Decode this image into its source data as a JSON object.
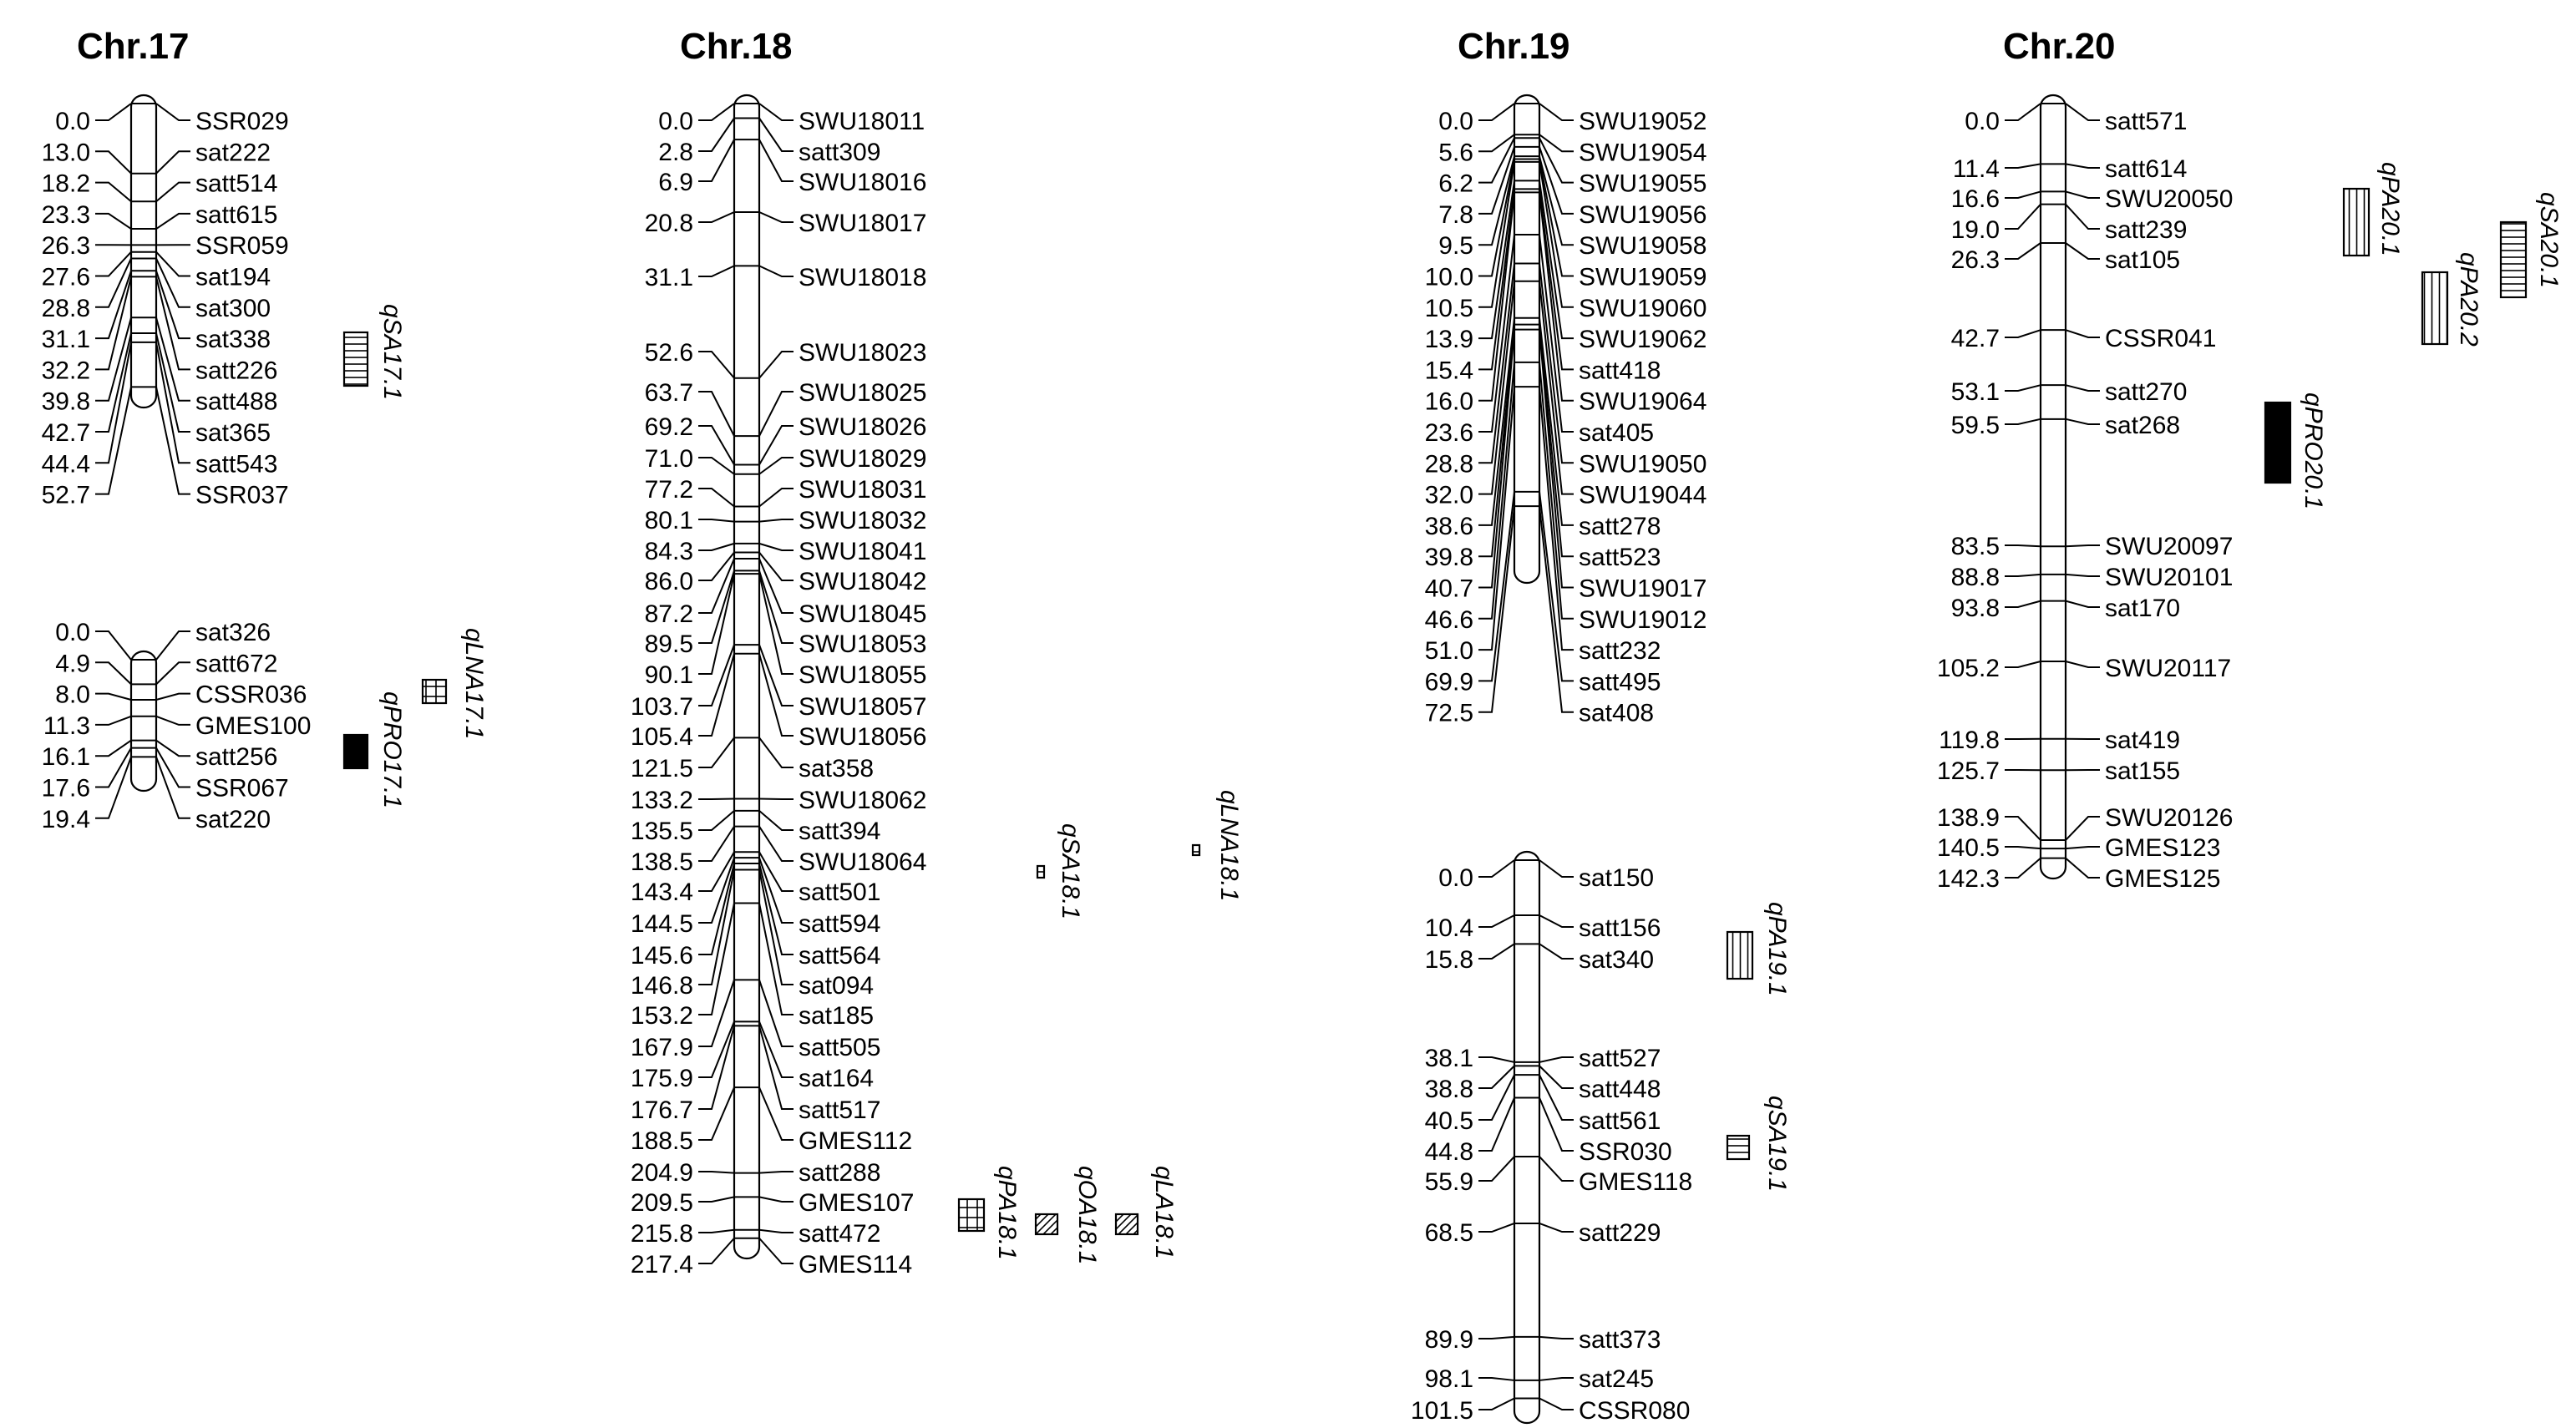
{
  "chromosomes": [
    {
      "title": "Chr.17",
      "groups": [
        {
          "markers": [
            {
              "pos": "0.0",
              "name": "SSR029"
            },
            {
              "pos": "13.0",
              "name": "sat222"
            },
            {
              "pos": "18.2",
              "name": "satt514"
            },
            {
              "pos": "23.3",
              "name": "satt615"
            },
            {
              "pos": "26.3",
              "name": "SSR059"
            },
            {
              "pos": "27.6",
              "name": "sat194"
            },
            {
              "pos": "28.8",
              "name": "sat300"
            },
            {
              "pos": "31.1",
              "name": "sat338"
            },
            {
              "pos": "32.2",
              "name": "satt226"
            },
            {
              "pos": "39.8",
              "name": "satt488"
            },
            {
              "pos": "42.7",
              "name": "sat365"
            },
            {
              "pos": "44.4",
              "name": "satt543"
            },
            {
              "pos": "52.7",
              "name": "SSR037"
            }
          ]
        },
        {
          "markers": [
            {
              "pos": "0.0",
              "name": "sat326"
            },
            {
              "pos": "4.9",
              "name": "satt672"
            },
            {
              "pos": "8.0",
              "name": "CSSR036"
            },
            {
              "pos": "11.3",
              "name": "GMES100"
            },
            {
              "pos": "16.1",
              "name": "satt256"
            },
            {
              "pos": "17.6",
              "name": "SSR067"
            },
            {
              "pos": "19.4",
              "name": "sat220"
            }
          ]
        }
      ],
      "qtls": [
        {
          "name": "qSA17.1",
          "pattern": "hstripe"
        },
        {
          "name": "qLNA17.1",
          "pattern": "grid"
        },
        {
          "name": "qPRO17.1",
          "pattern": "solid"
        }
      ]
    },
    {
      "title": "Chr.18",
      "groups": [
        {
          "markers": [
            {
              "pos": "0.0",
              "name": "SWU18011"
            },
            {
              "pos": "2.8",
              "name": "satt309"
            },
            {
              "pos": "6.9",
              "name": "SWU18016"
            },
            {
              "pos": "20.8",
              "name": "SWU18017"
            },
            {
              "pos": "31.1",
              "name": "SWU18018"
            },
            {
              "pos": "52.6",
              "name": "SWU18023"
            },
            {
              "pos": "63.7",
              "name": "SWU18025"
            },
            {
              "pos": "69.2",
              "name": "SWU18026"
            },
            {
              "pos": "71.0",
              "name": "SWU18029"
            },
            {
              "pos": "77.2",
              "name": "SWU18031"
            },
            {
              "pos": "80.1",
              "name": "SWU18032"
            },
            {
              "pos": "84.3",
              "name": "SWU18041"
            },
            {
              "pos": "86.0",
              "name": "SWU18042"
            },
            {
              "pos": "87.2",
              "name": "SWU18045"
            },
            {
              "pos": "89.5",
              "name": "SWU18053"
            },
            {
              "pos": "90.1",
              "name": "SWU18055"
            },
            {
              "pos": "103.7",
              "name": "SWU18057"
            },
            {
              "pos": "105.4",
              "name": "SWU18056"
            },
            {
              "pos": "121.5",
              "name": "sat358"
            },
            {
              "pos": "133.2",
              "name": "SWU18062"
            },
            {
              "pos": "135.5",
              "name": "satt394"
            },
            {
              "pos": "138.5",
              "name": "SWU18064"
            },
            {
              "pos": "143.4",
              "name": "satt501"
            },
            {
              "pos": "144.5",
              "name": "satt594"
            },
            {
              "pos": "145.6",
              "name": "satt564"
            },
            {
              "pos": "146.8",
              "name": "sat094"
            },
            {
              "pos": "153.2",
              "name": "sat185"
            },
            {
              "pos": "167.9",
              "name": "satt505"
            },
            {
              "pos": "175.9",
              "name": "sat164"
            },
            {
              "pos": "176.7",
              "name": "satt517"
            },
            {
              "pos": "188.5",
              "name": "GMES112"
            },
            {
              "pos": "204.9",
              "name": "satt288"
            },
            {
              "pos": "209.5",
              "name": "GMES107"
            },
            {
              "pos": "215.8",
              "name": "satt472"
            },
            {
              "pos": "217.4",
              "name": "GMES114"
            }
          ]
        }
      ],
      "qtls": [
        {
          "name": "qSA18.1",
          "pattern": "hstripe"
        },
        {
          "name": "qLNA18.1",
          "pattern": "hstripe"
        },
        {
          "name": "qPA18.1",
          "pattern": "grid"
        },
        {
          "name": "qOA18.1",
          "pattern": "diag"
        },
        {
          "name": "qLA18.1",
          "pattern": "diag"
        }
      ]
    },
    {
      "title": "Chr.19",
      "groups": [
        {
          "markers": [
            {
              "pos": "0.0",
              "name": "SWU19052"
            },
            {
              "pos": "5.6",
              "name": "SWU19054"
            },
            {
              "pos": "6.2",
              "name": "SWU19055"
            },
            {
              "pos": "7.8",
              "name": "SWU19056"
            },
            {
              "pos": "9.5",
              "name": "SWU19058"
            },
            {
              "pos": "10.0",
              "name": "SWU19059"
            },
            {
              "pos": "10.5",
              "name": "SWU19060"
            },
            {
              "pos": "13.9",
              "name": "SWU19062"
            },
            {
              "pos": "15.4",
              "name": "satt418"
            },
            {
              "pos": "16.0",
              "name": "SWU19064"
            },
            {
              "pos": "23.6",
              "name": "sat405"
            },
            {
              "pos": "28.8",
              "name": "SWU19050"
            },
            {
              "pos": "32.0",
              "name": "SWU19044"
            },
            {
              "pos": "38.6",
              "name": "satt278"
            },
            {
              "pos": "39.8",
              "name": "satt523"
            },
            {
              "pos": "40.7",
              "name": "SWU19017"
            },
            {
              "pos": "46.6",
              "name": "SWU19012"
            },
            {
              "pos": "51.0",
              "name": "satt232"
            },
            {
              "pos": "69.9",
              "name": "satt495"
            },
            {
              "pos": "72.5",
              "name": "sat408"
            }
          ]
        },
        {
          "markers": [
            {
              "pos": "0.0",
              "name": "sat150"
            },
            {
              "pos": "10.4",
              "name": "satt156"
            },
            {
              "pos": "15.8",
              "name": "sat340"
            },
            {
              "pos": "38.1",
              "name": "satt527"
            },
            {
              "pos": "38.8",
              "name": "satt448"
            },
            {
              "pos": "40.5",
              "name": "satt561"
            },
            {
              "pos": "44.8",
              "name": "SSR030"
            },
            {
              "pos": "55.9",
              "name": "GMES118"
            },
            {
              "pos": "68.5",
              "name": "satt229"
            },
            {
              "pos": "89.9",
              "name": "satt373"
            },
            {
              "pos": "98.1",
              "name": "sat245"
            },
            {
              "pos": "101.5",
              "name": "CSSR080"
            }
          ]
        }
      ],
      "qtls": [
        {
          "name": "qPA19.1",
          "pattern": "vstripe"
        },
        {
          "name": "qSA19.1",
          "pattern": "hstripe"
        }
      ]
    },
    {
      "title": "Chr.20",
      "groups": [
        {
          "markers": [
            {
              "pos": "0.0",
              "name": "satt571"
            },
            {
              "pos": "11.4",
              "name": "satt614"
            },
            {
              "pos": "16.6",
              "name": "SWU20050"
            },
            {
              "pos": "19.0",
              "name": "satt239"
            },
            {
              "pos": "26.3",
              "name": "sat105"
            },
            {
              "pos": "42.7",
              "name": "CSSR041"
            },
            {
              "pos": "53.1",
              "name": "satt270"
            },
            {
              "pos": "59.5",
              "name": "sat268"
            },
            {
              "pos": "83.5",
              "name": "SWU20097"
            },
            {
              "pos": "88.8",
              "name": "SWU20101"
            },
            {
              "pos": "93.8",
              "name": "sat170"
            },
            {
              "pos": "105.2",
              "name": "SWU20117"
            },
            {
              "pos": "119.8",
              "name": "sat419"
            },
            {
              "pos": "125.7",
              "name": "sat155"
            },
            {
              "pos": "138.9",
              "name": "SWU20126"
            },
            {
              "pos": "140.5",
              "name": "GMES123"
            },
            {
              "pos": "142.3",
              "name": "GMES125"
            }
          ]
        }
      ],
      "qtls": [
        {
          "name": "qPA20.1",
          "pattern": "vstripe"
        },
        {
          "name": "qSA20.1",
          "pattern": "hstripe"
        },
        {
          "name": "qPA20.2",
          "pattern": "vstripe"
        },
        {
          "name": "qPRO20.1",
          "pattern": "solid"
        }
      ]
    }
  ]
}
